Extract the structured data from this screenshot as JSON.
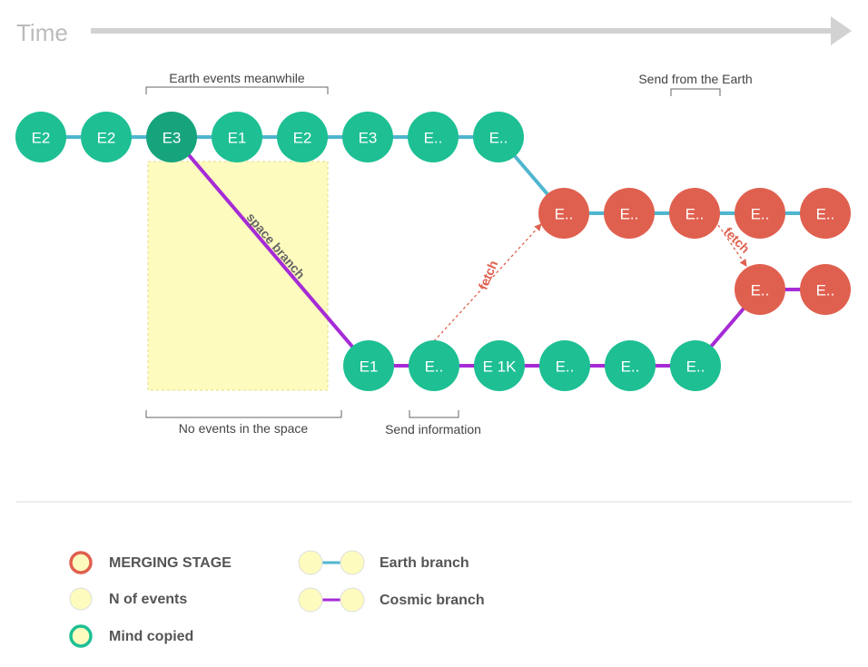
{
  "header": {
    "title": "Time"
  },
  "colors": {
    "green": "#1dbf93",
    "green_dark": "#16a47d",
    "red": "#e0604f",
    "cyan": "#4fb6cf",
    "purple": "#a62bd6",
    "yellow": "#fdfcbe",
    "arrow_grey": "#d2d2d2",
    "fetch": "#e0604f"
  },
  "nodes": {
    "top": [
      "E2",
      "E2",
      "E3",
      "E1",
      "E2",
      "E3",
      "E..",
      "E.."
    ],
    "merge": [
      "E..",
      "E..",
      "E..",
      "E..",
      "E.."
    ],
    "merge2": [
      "E..",
      "E.."
    ],
    "bottom": [
      "E1",
      "E..",
      "E 1K",
      "E..",
      "E..",
      "E.."
    ]
  },
  "annotations": {
    "earth_events": "Earth events meanwhile",
    "send_from_earth": "Send from the Earth",
    "no_events": "No events in the space",
    "send_information": "Send information",
    "space_branch": "space branch",
    "fetch_1": "fetch",
    "fetch_2": "fetch"
  },
  "legend": {
    "merging": "MERGING STAGE",
    "n_events": "N of events",
    "mind_copied": "Mind copied",
    "earth_branch": "Earth branch",
    "cosmic_branch": "Cosmic branch"
  }
}
